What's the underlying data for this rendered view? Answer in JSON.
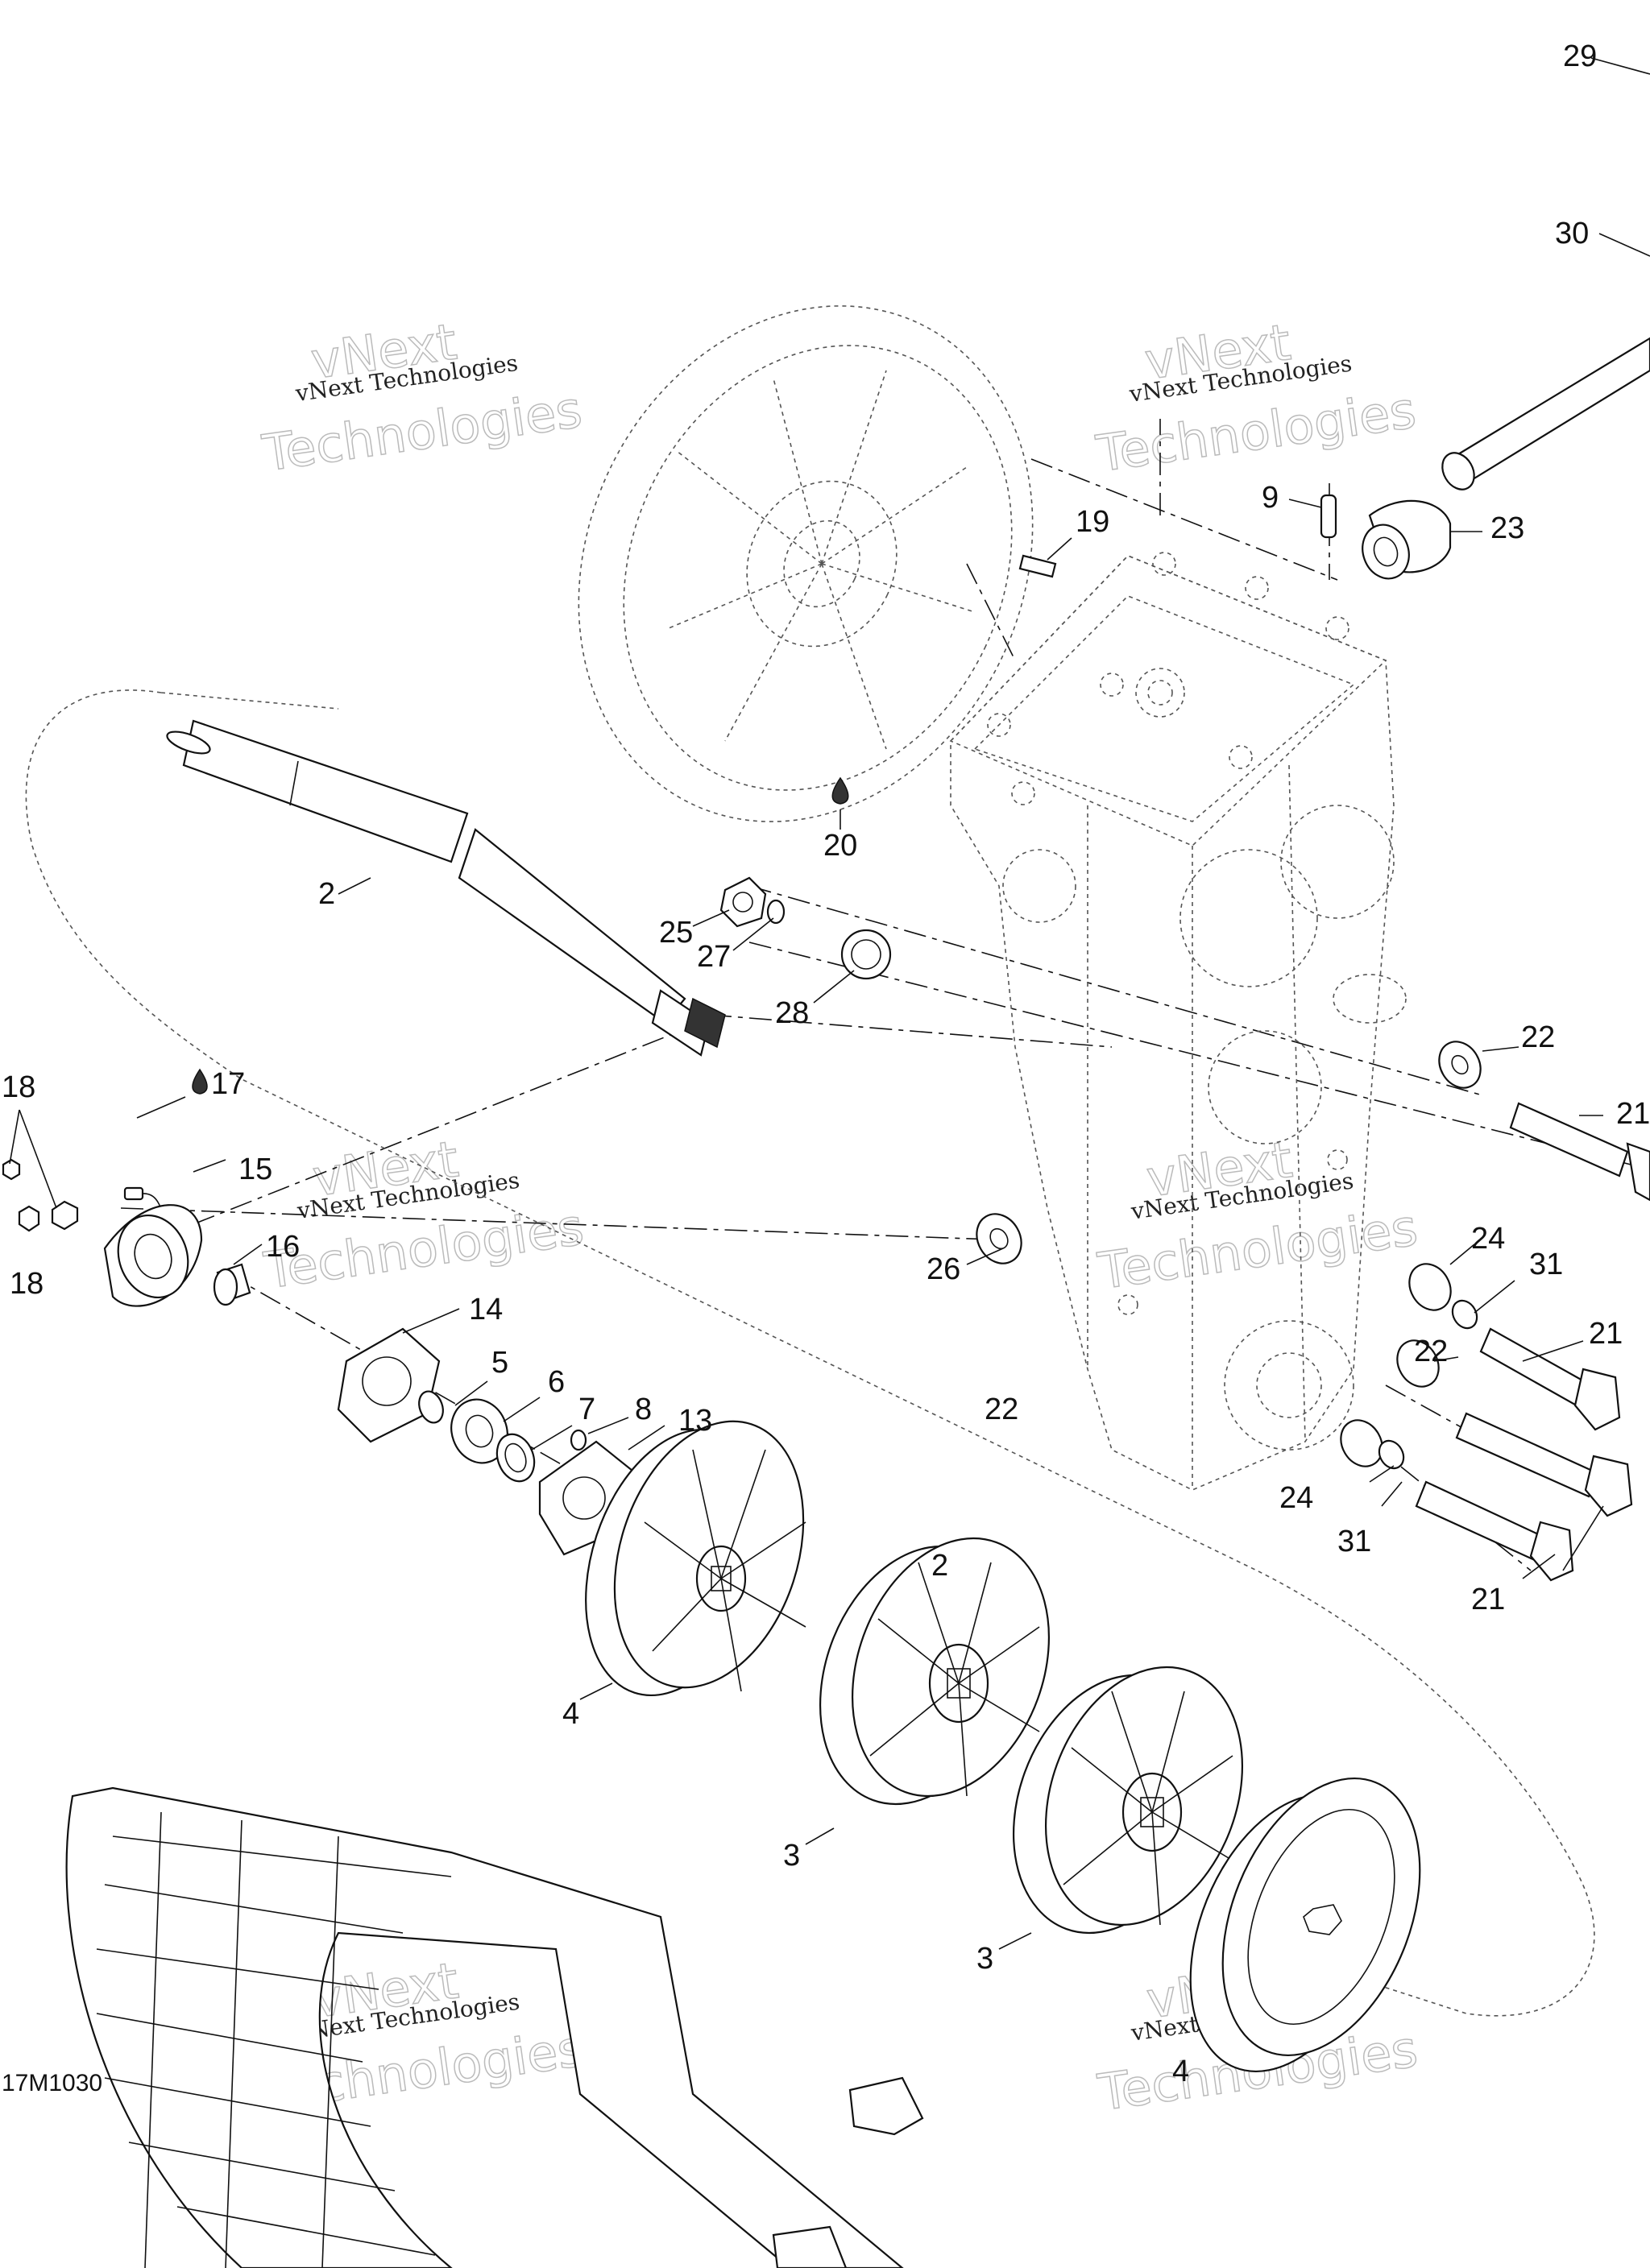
{
  "diagram_code": "17M1030",
  "watermark": {
    "line1": "vNext Technologies",
    "line2": "vNext",
    "line3": "Technologies"
  },
  "callouts": {
    "c29": "29",
    "c30": "30",
    "c9": "9",
    "c19": "19",
    "c23": "23",
    "c20": "20",
    "c2a": "2",
    "c25": "25",
    "c27": "27",
    "c28": "28",
    "c22a": "22",
    "c21a": "21",
    "c18a": "18",
    "c17": "17",
    "c15": "15",
    "c16": "16",
    "c18b": "18",
    "c26": "26",
    "c24a": "24",
    "c31a": "31",
    "c21b": "21",
    "c22b": "22",
    "c14": "14",
    "c5": "5",
    "c6": "6",
    "c7": "7",
    "c8": "8",
    "c13": "13",
    "c22c": "22",
    "c24b": "24",
    "c31b": "31",
    "c21c": "21",
    "c2b": "2",
    "c4a": "4",
    "c3a": "3",
    "c3b": "3",
    "c4b": "4"
  },
  "icons": {
    "lubricant": "oil-drop-icon"
  }
}
